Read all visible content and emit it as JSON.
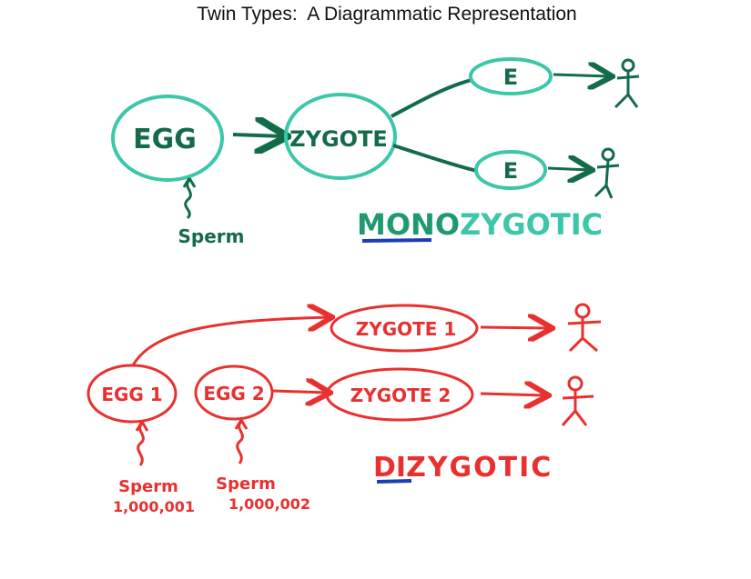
{
  "title": "Twin Types:  A Diagrammatic Representation",
  "colors": {
    "green": "#1f9a6e",
    "green_dark": "#146b4a",
    "teal_circle": "#3cc7a8",
    "red": "#e8312f",
    "blue_underline": "#1b3fb0"
  },
  "monozygotic": {
    "egg": "EGG",
    "zygote": "ZYGOTE",
    "embryo_top": "E",
    "embryo_bottom": "E",
    "sperm": "Sperm",
    "label_prefix": "MONO",
    "label_suffix": "ZYGOTIC"
  },
  "dizygotic": {
    "egg1": "EGG 1",
    "egg2": "EGG 2",
    "zygote1": "ZYGOTE 1",
    "zygote2": "ZYGOTE 2",
    "sperm1": "Sperm",
    "sperm1_count": "1,000,001",
    "sperm2": "Sperm",
    "sperm2_count": "1,000,002",
    "label_prefix": "DI",
    "label_suffix": "ZYGOTIC"
  }
}
